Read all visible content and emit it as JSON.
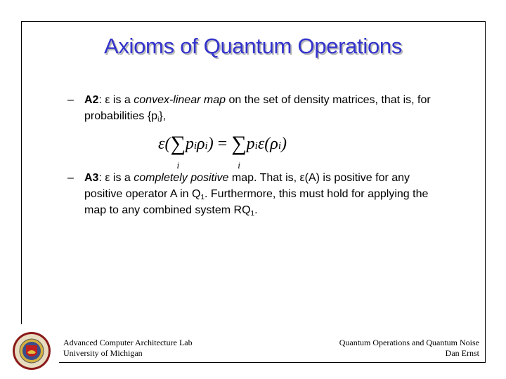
{
  "slide": {
    "title": "Axioms of Quantum Operations",
    "bullets": [
      {
        "label": "A2",
        "line1_pre": ": ε is a ",
        "line1_em": "convex-linear map",
        "line1_post": " on the set of density matrices, that is, for",
        "line2_pre": "probabilities {p",
        "line2_sub": "i",
        "line2_post": "},"
      },
      {
        "label": "A3",
        "line1_pre": ": ε is a ",
        "line1_em": "completely positive",
        "line1_post": " map.  That is, ε(A) is positive for any",
        "line2_pre": "positive operator A in Q",
        "line2_sub": "1",
        "line2_post": ".  Furthermore, this must hold for applying the",
        "line3_pre": "map to any combined system RQ",
        "line3_sub": "1",
        "line3_post": "."
      }
    ],
    "dash": "–",
    "equation": {
      "lhs_eps": "ε(",
      "sum": "∑",
      "index": "i",
      "lhs_term": "p",
      "rho": "ρ",
      "close": ")",
      "equals": " = ",
      "rhs_p": "p",
      "rhs_eps": "ε(",
      "rhs_rho": "ρ"
    }
  },
  "footer": {
    "left_line1": "Advanced Computer Architecture Lab",
    "left_line2": "University of Michigan",
    "right_line1": "Quantum Operations and Quantum Noise",
    "right_line2": "Dan Ernst"
  },
  "logo": {
    "name": "University of Michigan seal",
    "text": "THE UNIVERSITY OF MICHIGAN 1817"
  }
}
